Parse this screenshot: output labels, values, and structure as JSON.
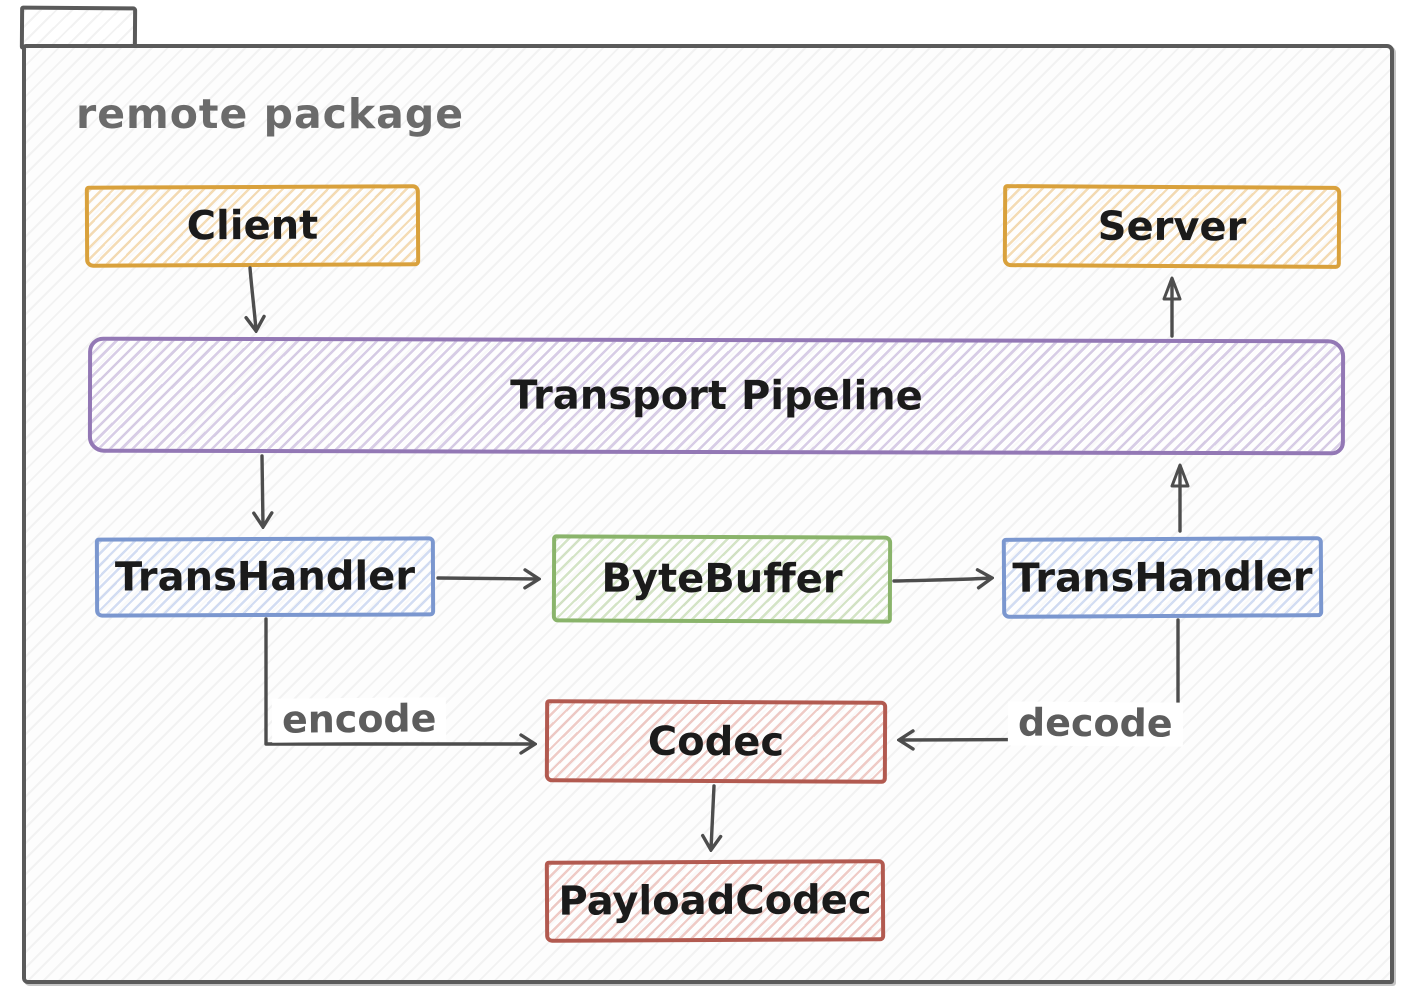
{
  "package": {
    "title": "remote package"
  },
  "nodes": {
    "client": {
      "label": "Client",
      "color": "orange"
    },
    "server": {
      "label": "Server",
      "color": "orange"
    },
    "transport_pipeline": {
      "label": "Transport Pipeline",
      "color": "purple"
    },
    "trans_handler_left": {
      "label": "TransHandler",
      "color": "blue"
    },
    "byte_buffer": {
      "label": "ByteBuffer",
      "color": "green"
    },
    "trans_handler_right": {
      "label": "TransHandler",
      "color": "blue"
    },
    "codec": {
      "label": "Codec",
      "color": "red"
    },
    "payload_codec": {
      "label": "PayloadCodec",
      "color": "red"
    }
  },
  "edges": [
    {
      "from": "Client",
      "to": "Transport Pipeline",
      "label": ""
    },
    {
      "from": "Transport Pipeline",
      "to": "TransHandler (left)",
      "label": ""
    },
    {
      "from": "TransHandler (left)",
      "to": "ByteBuffer",
      "label": ""
    },
    {
      "from": "ByteBuffer",
      "to": "TransHandler (right)",
      "label": ""
    },
    {
      "from": "TransHandler (right)",
      "to": "Transport Pipeline",
      "label": ""
    },
    {
      "from": "Transport Pipeline",
      "to": "Server",
      "label": ""
    },
    {
      "from": "TransHandler (left)",
      "to": "Codec",
      "label": "encode"
    },
    {
      "from": "TransHandler (right)",
      "to": "Codec",
      "label": "decode"
    },
    {
      "from": "Codec",
      "to": "PayloadCodec",
      "label": ""
    }
  ],
  "colors": {
    "outline": "#5a5a5a",
    "arrow": "#4d4d4d",
    "title_text": "#6b6b6b",
    "node_text": "#1b1b1b",
    "edge_label_text": "#5d5d5d",
    "orange": "#d9a13c",
    "purple": "#9378b5",
    "blue": "#7b97cf",
    "green": "#8ab46b",
    "red": "#b25a50"
  }
}
